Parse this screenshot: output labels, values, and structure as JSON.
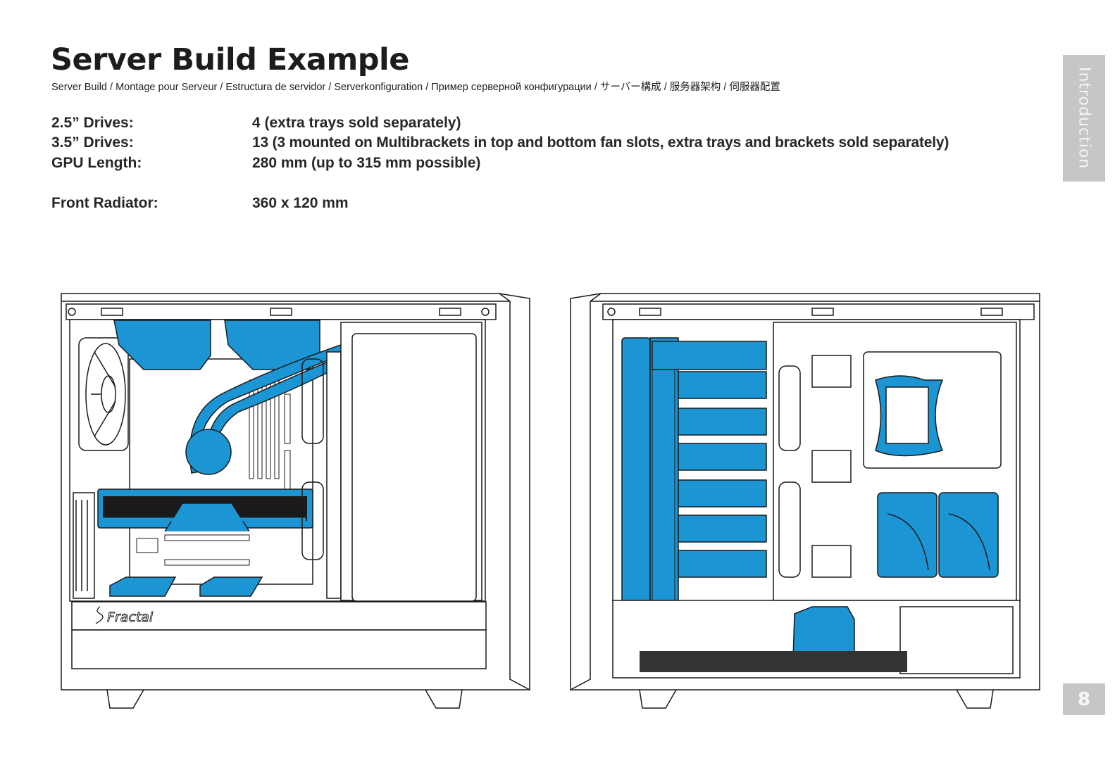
{
  "page": {
    "title": "Server Build Example",
    "subtitle": "Server Build / Montage pour Serveur / Estructura de servidor / Serverkonfiguration / Пример серверной конфигурации / サーバー構成 / 服务器架构 / 伺服器配置",
    "section_tab": "Introduction",
    "page_number": "8"
  },
  "specs": [
    {
      "label": "2.5” Drives:",
      "value": "4 (extra trays sold separately)"
    },
    {
      "label": "3.5” Drives:",
      "value": "13 (3 mounted on Multibrackets in top and bottom fan slots, extra trays and brackets sold separately)"
    },
    {
      "label": "GPU Length:",
      "value": "280 mm (up to 315 mm possible)"
    },
    {
      "label": "Front Radiator:",
      "value": "360 x 120 mm"
    }
  ],
  "illustrations": {
    "left": {
      "logo_text": "Fractal"
    },
    "right": {}
  },
  "colors": {
    "accent_blue": "#1b95d3",
    "tab_gray": "#c6c6c6",
    "line": "#1a1a1a"
  }
}
